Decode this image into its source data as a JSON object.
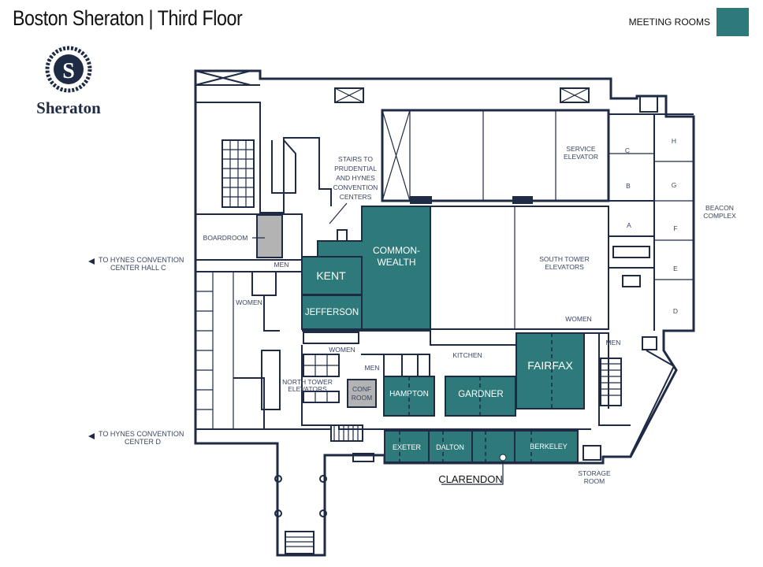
{
  "header": {
    "title": "Boston Sheraton  |  Third Floor"
  },
  "legend": {
    "label": "MEETING ROOMS",
    "color": "#2e7a7a"
  },
  "logo": {
    "monogram": "S",
    "wordmark": "Sheraton"
  },
  "colors": {
    "meeting_room": "#2e7a7a",
    "walls": "#1f2a44",
    "other_room": "#b3b3b3"
  },
  "meeting_rooms": {
    "commonwealth": [
      "COMMON-",
      "WEALTH"
    ],
    "kent": "KENT",
    "jefferson": "JEFFERSON",
    "fairfax": "FAIRFAX",
    "hampton": "HAMPTON",
    "gardner": "GARDNER",
    "exeter": "EXETER",
    "dalton": "DALTON",
    "berkeley": "BERKELEY",
    "clarendon": "CLARENDON"
  },
  "other_rooms": {
    "boardroom": "BOARDROOM",
    "conf_room": [
      "CONF",
      "ROOM"
    ],
    "kitchen": "KITCHEN",
    "men": "MEN",
    "women": "WOMEN",
    "storage_room": [
      "STORAGE",
      "ROOM"
    ],
    "service_elevator": [
      "SERVICE",
      "ELEVATOR"
    ],
    "south_tower_elevators": [
      "SOUTH TOWER",
      "ELEVATORS"
    ],
    "north_tower_elevators": [
      "NORTH TOWER",
      "ELEVATORS"
    ],
    "stairs": [
      "STAIRS TO",
      "PRUDENTIAL",
      "AND HYNES",
      "CONVENTION",
      "CENTERS"
    ],
    "beacon_complex": [
      "BEACON",
      "COMPLEX"
    ],
    "beacon_rooms": [
      "A",
      "B",
      "C",
      "D",
      "E",
      "F",
      "G",
      "H"
    ]
  },
  "exits": {
    "hall_c": [
      "TO HYNES CONVENTION",
      "CENTER HALL  C"
    ],
    "hall_d": [
      "TO HYNES CONVENTION",
      "CENTER D"
    ]
  }
}
